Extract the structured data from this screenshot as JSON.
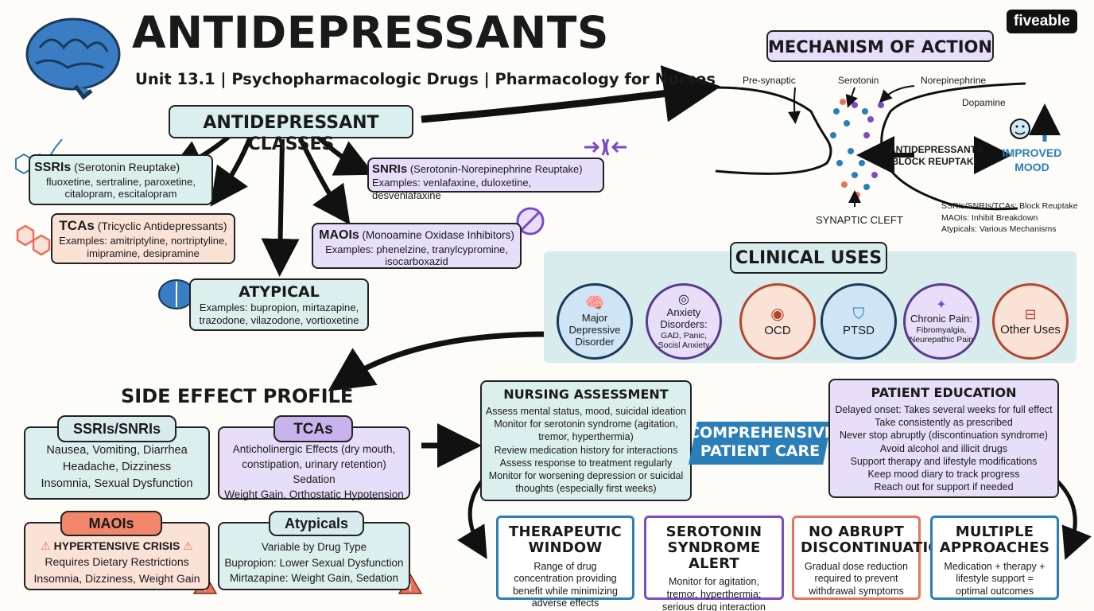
{
  "header": {
    "title": "ANTIDEPRESSANTS",
    "subtitle": "Unit 13.1 | Psychopharmacologic Drugs | Pharmacology for Nurses",
    "logo_text": "fiveable"
  },
  "classes": {
    "heading": "ANTIDEPRESSANT CLASSES",
    "ssri": {
      "name": "SSRIs",
      "desc": "(Serotonin Reuptake)",
      "examples": "fluoxetine, sertraline, paroxetine, citalopram, escitalopram"
    },
    "snri": {
      "name": "SNRIs",
      "desc": "(Serotonin-Norepinephrine Reuptake)",
      "examples": "Examples: venlafaxine, duloxetine, desvenlafaxine"
    },
    "tca": {
      "name": "TCAs",
      "desc": "(Tricyclic Antidepressants)",
      "examples": "Examples: amitriptyline, nortriptyline, imipramine, desipramine"
    },
    "maoi": {
      "name": "MAOIs",
      "desc": "(Monoamine Oxidase Inhibitors)",
      "examples": "Examples: phenelzine, tranylcypromine, isocarboxazid"
    },
    "atypical": {
      "name": "ATYPICAL",
      "examples": "Examples: bupropion, mirtazapine, trazodone, vilazodone, vortioxetine"
    }
  },
  "mechanism": {
    "heading": "MECHANISM OF ACTION",
    "labels": {
      "presynaptic": "Pre-synaptic",
      "serotonin": "Serotonin",
      "norepinephrine": "Norepinephrine",
      "dopamine": "Dopamine",
      "block": "ANTIDEPRESSANTS BLOCK REUPTAKE",
      "improved": "IMPROVED MOOD",
      "cleft": "SYNAPTIC CLEFT"
    },
    "notes": [
      "SSRIs/SNRIs/TCAs: Block Reuptake",
      "MAOIs: Inhibit Breakdown",
      "Atypicals: Various Mechanisms"
    ]
  },
  "clinical_uses": {
    "heading": "CLINICAL USES",
    "items": [
      {
        "label": "Major Depressive Disorder",
        "sub": ""
      },
      {
        "label": "Anxiety Disorders:",
        "sub": "GAD, Panic, Socisl Anxiety"
      },
      {
        "label": "OCD",
        "sub": ""
      },
      {
        "label": "PTSD",
        "sub": ""
      },
      {
        "label": "Chronic Pain:",
        "sub": "Fibromyalgia, Neurepathic Pain"
      },
      {
        "label": "Other Uses",
        "sub": ""
      }
    ]
  },
  "side_effects": {
    "heading": "SIDE EFFECT PROFILE",
    "ssri_snri": {
      "label": "SSRIs/SNRIs",
      "lines": [
        "Nausea, Vomiting, Diarrhea",
        "Headache, Dizziness",
        "Insomnia, Sexual Dysfunction"
      ]
    },
    "tca": {
      "label": "TCAs",
      "lines": [
        "Anticholinergic Effects (dry mouth,",
        "constipation, urinary retention)",
        "Sedation",
        "Weight Gain, Orthostatic Hypotension"
      ]
    },
    "maoi": {
      "label": "MAOIs",
      "lines": [
        "HYPERTENSIVE CRISIS",
        "Requires Dietary Restrictions",
        "Insomnia, Dizziness, Weight Gain"
      ]
    },
    "atypical": {
      "label": "Atypicals",
      "lines": [
        "Variable by Drug Type",
        "Bupropion: Lower Sexual Dysfunction",
        "Mirtazapine: Weight Gain, Sedation"
      ]
    }
  },
  "care": {
    "center": "COMPREHENSIVE PATIENT CARE",
    "assessment": {
      "heading": "NURSING ASSESSMENT",
      "lines": [
        "Assess mental status, mood, suicidal ideation",
        "Monitor for serotonin syndrome (agitation,",
        "tremor, hyperthermia)",
        "Review medication history for interactions",
        "Assess response to treatment regularly",
        "Monitor for worsening depression or suicidal",
        "thoughts (especially first weeks)"
      ]
    },
    "education": {
      "heading": "PATIENT EDUCATION",
      "lines": [
        "Delayed onset: Takes several weeks for full effect",
        "Take consistently as prescribed",
        "Never stop abruptly (discontinuation syndrome)",
        "Avoid alcohol and illicit drugs",
        "Support therapy and lifestyle modifications",
        "Keep mood diary to track progress",
        "Reach out for support if needed"
      ]
    }
  },
  "cards": [
    {
      "title": "THERAPEUTIC WINDOW",
      "body": "Range of drug concentration providing benefit while minimizing adverse effects",
      "color": "#2a7fb8"
    },
    {
      "title": "SEROTONIN SYNDROME ALERT",
      "body": "Monitor for agitation, tremor, hyperthermia; serious drug interaction concern",
      "color": "#7a4bc7"
    },
    {
      "title": "NO ABRUPT DISCONTINUATION",
      "body": "Gradual dose reduction required to prevent withdrawal symptoms",
      "color": "#e8735a"
    },
    {
      "title": "MULTIPLE APPROACHES",
      "body": "Medication + therapy + lifestyle support = optimal outcomes",
      "color": "#2a7fb8"
    }
  ]
}
